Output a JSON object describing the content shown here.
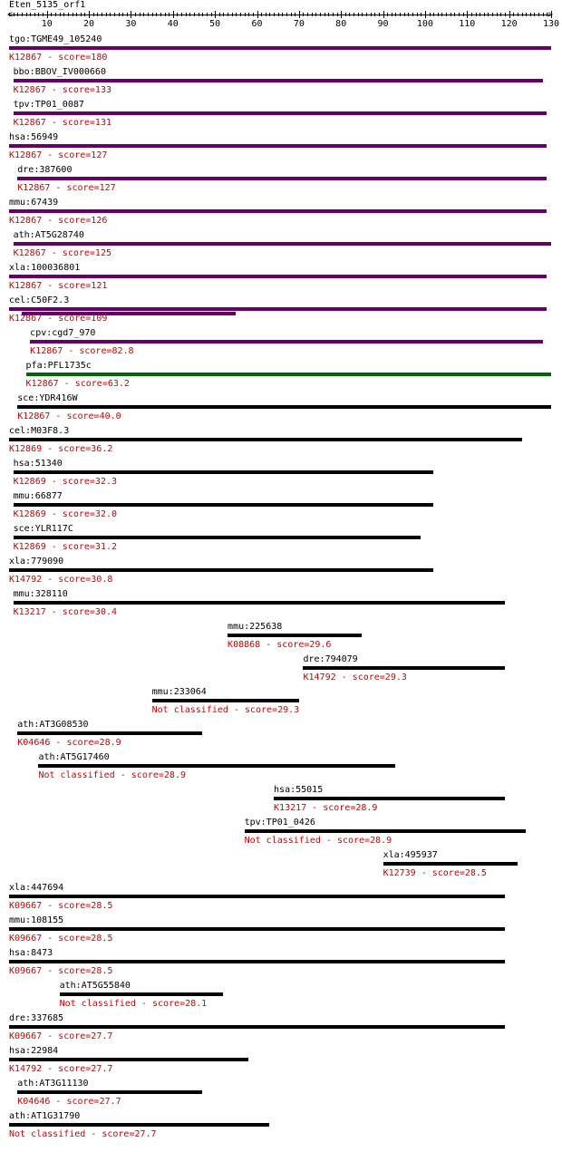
{
  "title": "Eten_5135_orf1",
  "ruler": {
    "min": 1,
    "max": 130,
    "labels": [
      "10",
      "20",
      "30",
      "40",
      "50",
      "60",
      "70",
      "80",
      "90",
      "100",
      "110",
      "120",
      "130"
    ]
  },
  "colors": {
    "name": "#000000",
    "score": "#cc0000",
    "purple": "#660066",
    "green": "#006600",
    "black": "#000000"
  },
  "hits": [
    {
      "name": "tgo:TGME49_105240",
      "score": "K12867 - score=180",
      "start": 1,
      "end": 130,
      "color": "purple"
    },
    {
      "name": "bbo:BBOV_IV000660",
      "score": "K12867 - score=133",
      "start": 2,
      "end": 128,
      "color": "purple"
    },
    {
      "name": "tpv:TP01_0087",
      "score": "K12867 - score=131",
      "start": 2,
      "end": 129,
      "color": "purple"
    },
    {
      "name": "hsa:56949",
      "score": "K12867 - score=127",
      "start": 1,
      "end": 129,
      "color": "purple"
    },
    {
      "name": "dre:387600",
      "score": "K12867 - score=127",
      "start": 3,
      "end": 129,
      "color": "purple"
    },
    {
      "name": "mmu:67439",
      "score": "K12867 - score=126",
      "start": 1,
      "end": 129,
      "color": "purple"
    },
    {
      "name": "ath:AT5G28740",
      "score": "K12867 - score=125",
      "start": 2,
      "end": 130,
      "color": "purple"
    },
    {
      "name": "xla:100036801",
      "score": "K12867 - score=121",
      "start": 1,
      "end": 129,
      "color": "purple"
    },
    {
      "name": "cel:C50F2.3",
      "score": "K12867 - score=109",
      "start": 1,
      "end": 129,
      "color": "purple",
      "extra": {
        "start": 4,
        "end": 55
      }
    },
    {
      "name": "cpv:cgd7_970",
      "score": "K12867 - score=82.8",
      "start": 6,
      "end": 128,
      "color": "purple"
    },
    {
      "name": "pfa:PFL1735c",
      "score": "K12867 - score=63.2",
      "start": 5,
      "end": 130,
      "color": "green"
    },
    {
      "name": "sce:YDR416W",
      "score": "K12867 - score=40.0",
      "start": 3,
      "end": 130,
      "color": "black"
    },
    {
      "name": "cel:M03F8.3",
      "score": "K12869 - score=36.2",
      "start": 1,
      "end": 123,
      "color": "black"
    },
    {
      "name": "hsa:51340",
      "score": "K12869 - score=32.3",
      "start": 2,
      "end": 102,
      "color": "black"
    },
    {
      "name": "mmu:66877",
      "score": "K12869 - score=32.0",
      "start": 2,
      "end": 102,
      "color": "black"
    },
    {
      "name": "sce:YLR117C",
      "score": "K12869 - score=31.2",
      "start": 2,
      "end": 99,
      "color": "black"
    },
    {
      "name": "xla:779090",
      "score": "K14792 - score=30.8",
      "start": 1,
      "end": 102,
      "color": "black"
    },
    {
      "name": "mmu:328110",
      "score": "K13217 - score=30.4",
      "start": 2,
      "end": 119,
      "color": "black"
    },
    {
      "name": "mmu:225638",
      "score": "K08868 - score=29.6",
      "start": 53,
      "end": 85,
      "color": "black"
    },
    {
      "name": "dre:794079",
      "score": "K14792 - score=29.3",
      "start": 71,
      "end": 119,
      "color": "black"
    },
    {
      "name": "mmu:233064",
      "score": "Not classified - score=29.3",
      "start": 35,
      "end": 70,
      "color": "black"
    },
    {
      "name": "ath:AT3G08530",
      "score": "K04646 - score=28.9",
      "start": 3,
      "end": 47,
      "color": "black"
    },
    {
      "name": "ath:AT5G17460",
      "score": "Not classified - score=28.9",
      "start": 8,
      "end": 93,
      "color": "black"
    },
    {
      "name": "hsa:55015",
      "score": "K13217 - score=28.9",
      "start": 64,
      "end": 119,
      "color": "black"
    },
    {
      "name": "tpv:TP01_0426",
      "score": "Not classified - score=28.9",
      "start": 57,
      "end": 124,
      "color": "black"
    },
    {
      "name": "xla:495937",
      "score": "K12739 - score=28.5",
      "start": 90,
      "end": 122,
      "color": "black"
    },
    {
      "name": "xla:447694",
      "score": "K09667 - score=28.5",
      "start": 1,
      "end": 119,
      "color": "black"
    },
    {
      "name": "mmu:108155",
      "score": "K09667 - score=28.5",
      "start": 1,
      "end": 119,
      "color": "black"
    },
    {
      "name": "hsa:8473",
      "score": "K09667 - score=28.5",
      "start": 1,
      "end": 119,
      "color": "black"
    },
    {
      "name": "ath:AT5G55840",
      "score": "Not classified - score=28.1",
      "start": 13,
      "end": 52,
      "color": "black"
    },
    {
      "name": "dre:337685",
      "score": "K09667 - score=27.7",
      "start": 1,
      "end": 119,
      "color": "black"
    },
    {
      "name": "hsa:22984",
      "score": "K14792 - score=27.7",
      "start": 1,
      "end": 58,
      "color": "black"
    },
    {
      "name": "ath:AT3G11130",
      "score": "K04646 - score=27.7",
      "start": 3,
      "end": 47,
      "color": "black"
    },
    {
      "name": "ath:AT1G31790",
      "score": "Not classified - score=27.7",
      "start": 1,
      "end": 63,
      "color": "black"
    }
  ]
}
